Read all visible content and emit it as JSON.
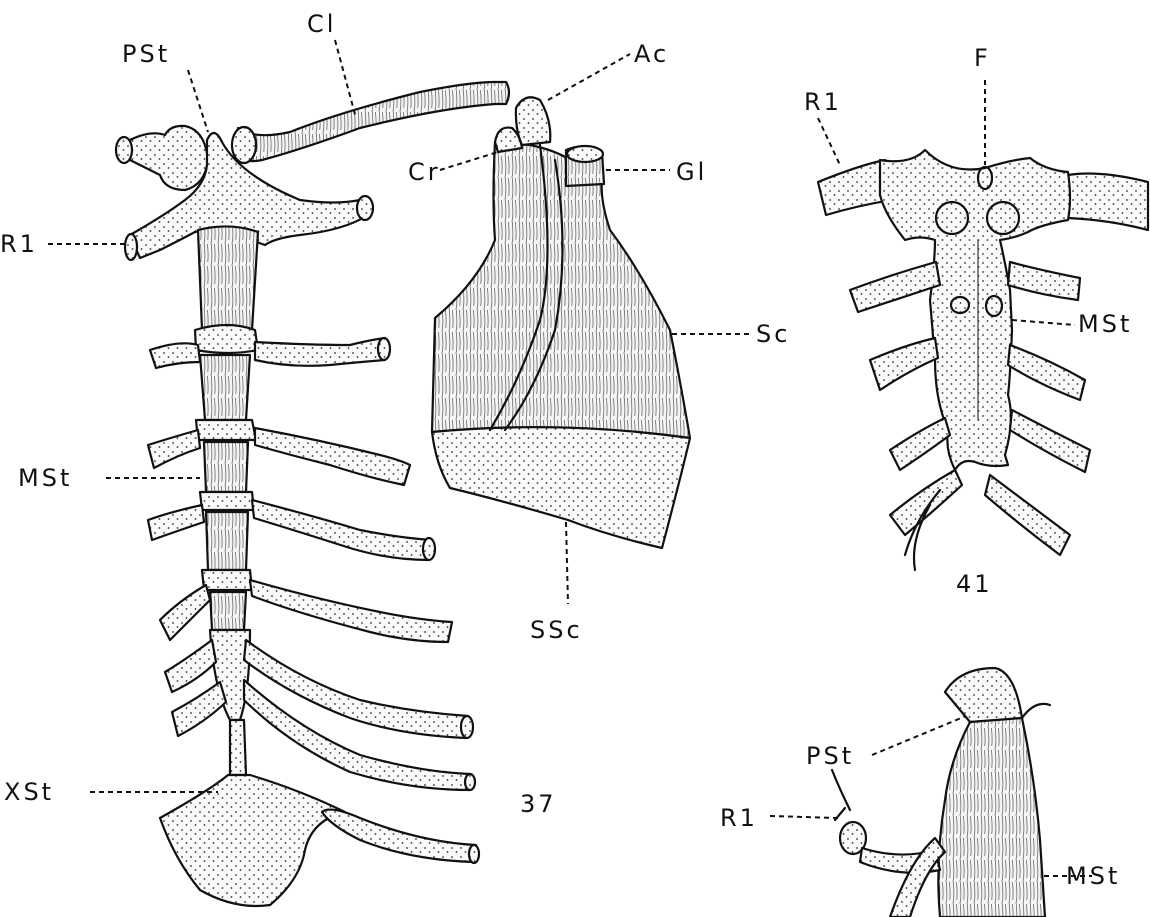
{
  "figures": {
    "fig37": {
      "number": "37",
      "labels": {
        "PSt": "PSt",
        "Cl": "Cl",
        "R1": "R1",
        "MSt": "MSt",
        "XSt": "XSt"
      }
    },
    "scapula": {
      "labels": {
        "Ac": "Ac",
        "Cr": "Cr",
        "Gl": "Gl",
        "Sc": "Sc",
        "SSc": "SSc"
      }
    },
    "fig41": {
      "number": "41",
      "labels": {
        "F": "F",
        "R1": "R1",
        "MSt": "MSt"
      }
    },
    "partial": {
      "labels": {
        "PSt": "PSt",
        "R1": "R1",
        "MSt": "MSt"
      }
    }
  }
}
